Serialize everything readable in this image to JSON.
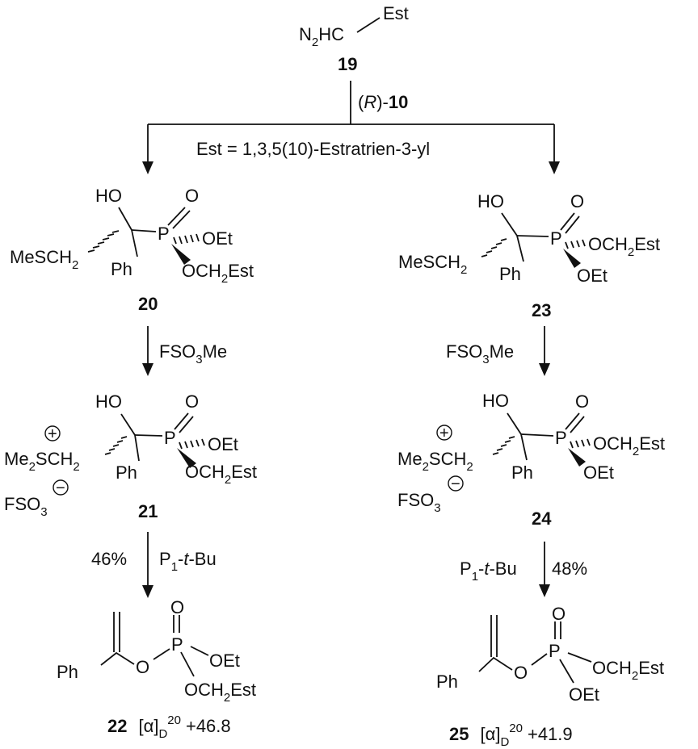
{
  "start": {
    "est": "Est",
    "n2hc_n": "N",
    "n2hc_2": "2",
    "n2hc_hc": "HC",
    "number": "19"
  },
  "step1": {
    "reagent_open": "(",
    "reagent_r": "R",
    "reagent_close": ")-",
    "reagent_num": "10",
    "est_definition": "Est = 1,3,5(10)-Estratrien-3-yl"
  },
  "left": {
    "c20": {
      "ho": "HO",
      "o": "O",
      "p": "P",
      "oet": "OEt",
      "mesch": "MeSCH",
      "sub2": "2",
      "ph": "Ph",
      "och": "OCH",
      "och_sub": "2",
      "och_est": "Est",
      "number": "20"
    },
    "reagent": {
      "fso": "FSO",
      "sub3": "3",
      "me": "Me"
    },
    "c21": {
      "ho": "HO",
      "o": "O",
      "p": "P",
      "oet": "OEt",
      "me": "Me",
      "me_sub": "2",
      "sch": "SCH",
      "sch_sub": "2",
      "ph": "Ph",
      "och": "OCH",
      "och_sub": "2",
      "och_est": "Est",
      "counter_fso": "FSO",
      "counter_sub": "3",
      "plus": "+",
      "minus": "−",
      "number": "21"
    },
    "base": {
      "yield": "46%",
      "p": "P",
      "p_sub": "1",
      "dash": "-",
      "t": "t",
      "bu": "-Bu"
    },
    "c22": {
      "ph": "Ph",
      "o": "O",
      "p": "P",
      "o_top": "O",
      "oet": "OEt",
      "och": "OCH",
      "och_sub": "2",
      "och_est": "Est",
      "number": "22",
      "alpha": "[α]",
      "alpha_d": "D",
      "alpha_t": "20",
      "rotation": "+46.8"
    }
  },
  "right": {
    "c23": {
      "ho": "HO",
      "o": "O",
      "p": "P",
      "och": "OCH",
      "och_sub": "2",
      "och_est": "Est",
      "mesch": "MeSCH",
      "sub2": "2",
      "ph": "Ph",
      "oet": "OEt",
      "number": "23"
    },
    "reagent": {
      "fso": "FSO",
      "sub3": "3",
      "me": "Me"
    },
    "c24": {
      "ho": "HO",
      "o": "O",
      "p": "P",
      "och": "OCH",
      "och_sub": "2",
      "och_est": "Est",
      "me": "Me",
      "me_sub": "2",
      "sch": "SCH",
      "sch_sub": "2",
      "ph": "Ph",
      "oet": "OEt",
      "counter_fso": "FSO",
      "counter_sub": "3",
      "plus": "+",
      "minus": "−",
      "number": "24"
    },
    "base": {
      "p": "P",
      "p_sub": "1",
      "dash": "-",
      "t": "t",
      "bu": "-Bu",
      "yield": "48%"
    },
    "c25": {
      "ph": "Ph",
      "o": "O",
      "p": "P",
      "o_top": "O",
      "och": "OCH",
      "och_sub": "2",
      "och_est": "Est",
      "oet": "OEt",
      "number": "25",
      "alpha": "[α]",
      "alpha_d": "D",
      "alpha_t": "20",
      "rotation": "+41.9"
    }
  }
}
